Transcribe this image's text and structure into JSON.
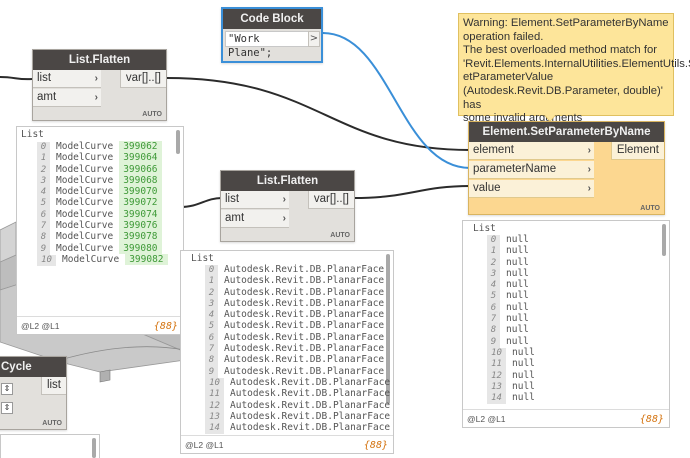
{
  "code_block": {
    "title": "Code Block",
    "code": "\"Work Plane\";",
    "output_arrow": ">"
  },
  "flatten_1": {
    "title": "List.Flatten",
    "inputs": [
      "list",
      "amt"
    ],
    "output": "var[]..[]",
    "lacing": "AUTO",
    "preview": {
      "header": "List",
      "items": [
        {
          "index": "0",
          "type": "ModelCurve",
          "id": "399062"
        },
        {
          "index": "1",
          "type": "ModelCurve",
          "id": "399064"
        },
        {
          "index": "2",
          "type": "ModelCurve",
          "id": "399066"
        },
        {
          "index": "3",
          "type": "ModelCurve",
          "id": "399068"
        },
        {
          "index": "4",
          "type": "ModelCurve",
          "id": "399070"
        },
        {
          "index": "5",
          "type": "ModelCurve",
          "id": "399072"
        },
        {
          "index": "6",
          "type": "ModelCurve",
          "id": "399074"
        },
        {
          "index": "7",
          "type": "ModelCurve",
          "id": "399076"
        },
        {
          "index": "8",
          "type": "ModelCurve",
          "id": "399078"
        },
        {
          "index": "9",
          "type": "ModelCurve",
          "id": "399080"
        },
        {
          "index": "10",
          "type": "ModelCurve",
          "id": "399082"
        }
      ],
      "levels": "@L2 @L1",
      "count": "{88}"
    }
  },
  "flatten_2": {
    "title": "List.Flatten",
    "inputs": [
      "list",
      "amt"
    ],
    "output": "var[]..[]",
    "lacing": "AUTO",
    "preview": {
      "header": "List",
      "items": [
        {
          "index": "0",
          "value": "Autodesk.Revit.DB.PlanarFace"
        },
        {
          "index": "1",
          "value": "Autodesk.Revit.DB.PlanarFace"
        },
        {
          "index": "2",
          "value": "Autodesk.Revit.DB.PlanarFace"
        },
        {
          "index": "3",
          "value": "Autodesk.Revit.DB.PlanarFace"
        },
        {
          "index": "4",
          "value": "Autodesk.Revit.DB.PlanarFace"
        },
        {
          "index": "5",
          "value": "Autodesk.Revit.DB.PlanarFace"
        },
        {
          "index": "6",
          "value": "Autodesk.Revit.DB.PlanarFace"
        },
        {
          "index": "7",
          "value": "Autodesk.Revit.DB.PlanarFace"
        },
        {
          "index": "8",
          "value": "Autodesk.Revit.DB.PlanarFace"
        },
        {
          "index": "9",
          "value": "Autodesk.Revit.DB.PlanarFace"
        },
        {
          "index": "10",
          "value": "Autodesk.Revit.DB.PlanarFace"
        },
        {
          "index": "11",
          "value": "Autodesk.Revit.DB.PlanarFace"
        },
        {
          "index": "12",
          "value": "Autodesk.Revit.DB.PlanarFace"
        },
        {
          "index": "13",
          "value": "Autodesk.Revit.DB.PlanarFace"
        },
        {
          "index": "14",
          "value": "Autodesk.Revit.DB.PlanarFace"
        }
      ],
      "levels": "@L2 @L1",
      "count": "{88}"
    }
  },
  "set_param": {
    "title": "Element.SetParameterByName",
    "inputs": [
      "element",
      "parameterName",
      "value"
    ],
    "output": "Element",
    "lacing": "AUTO",
    "warning": [
      "Warning: Element.SetParameterByName",
      "operation failed.",
      "The best overloaded method match for",
      "'Revit.Elements.InternalUtilities.ElementUtils.S",
      "etParameterValue",
      "(Autodesk.Revit.DB.Parameter, double)' has",
      "some invalid arguments"
    ],
    "preview": {
      "header": "List",
      "items": [
        {
          "index": "0",
          "value": "null"
        },
        {
          "index": "1",
          "value": "null"
        },
        {
          "index": "2",
          "value": "null"
        },
        {
          "index": "3",
          "value": "null"
        },
        {
          "index": "4",
          "value": "null"
        },
        {
          "index": "5",
          "value": "null"
        },
        {
          "index": "6",
          "value": "null"
        },
        {
          "index": "7",
          "value": "null"
        },
        {
          "index": "8",
          "value": "null"
        },
        {
          "index": "9",
          "value": "null"
        },
        {
          "index": "10",
          "value": "null"
        },
        {
          "index": "11",
          "value": "null"
        },
        {
          "index": "12",
          "value": "null"
        },
        {
          "index": "13",
          "value": "null"
        },
        {
          "index": "14",
          "value": "null"
        }
      ],
      "levels": "@L2 @L1",
      "count": "{88}"
    }
  },
  "cycle_node": {
    "title": "Cycle",
    "output": "list",
    "lacing": "AUTO"
  },
  "colors": {
    "node_header": "#4b4745",
    "node_body": "#e2e0dc",
    "selected_border": "#3a8fd8",
    "warning_header": "#4b4745",
    "warning_body": "#fcd790",
    "warning_bubble": "#fde59a",
    "wire": "#2b2b2b",
    "wire_selected": "#3a8fd8",
    "count_orange": "#d4730f",
    "id_green": "#3f9a38"
  }
}
